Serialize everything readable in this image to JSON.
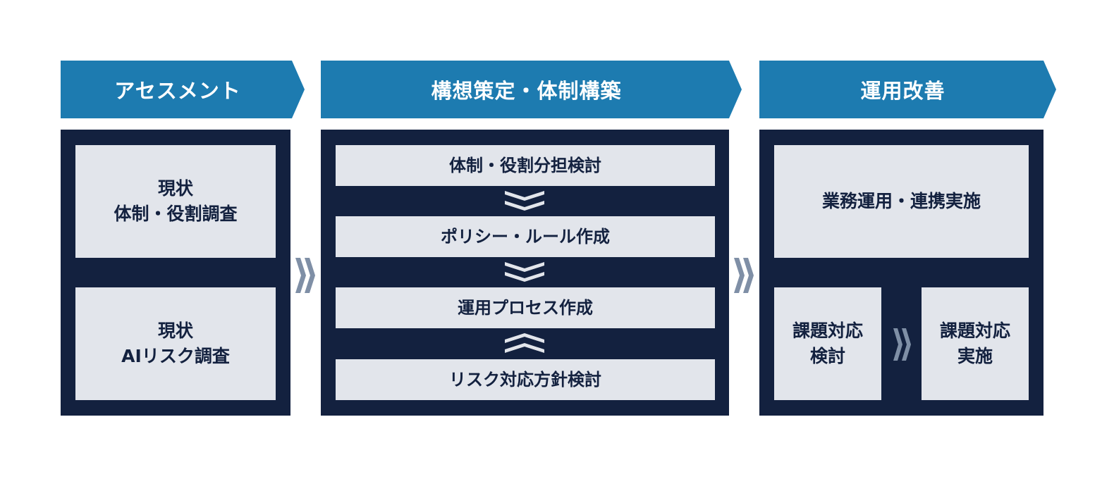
{
  "colors": {
    "header": "#1d7bb0",
    "panel": "#13213f",
    "card": "#e2e5eb",
    "card_text": "#13213f",
    "arrow": "#7f8fa6",
    "chevron": "#e2e5eb"
  },
  "phases": [
    {
      "title": "アセスメント",
      "cards": [
        "現状\n体制・役割調査",
        "現状\nAIリスク調査"
      ]
    },
    {
      "title": "構想策定・体制構築",
      "steps": [
        "体制・役割分担検討",
        "ポリシー・ルール作成",
        "運用プロセス作成",
        "リスク対応方針検討"
      ],
      "separators": [
        "chevron-down-icon",
        "chevron-down-icon",
        "chevron-up-icon"
      ]
    },
    {
      "title": "運用改善",
      "main_card": "業務運用・連携実施",
      "sub_cards": [
        "課題対応\n検討",
        "課題対応\n実施"
      ]
    }
  ],
  "icons": {
    "phase_transition": "double-chevron-right-icon",
    "inner_transition": "double-chevron-right-icon"
  }
}
